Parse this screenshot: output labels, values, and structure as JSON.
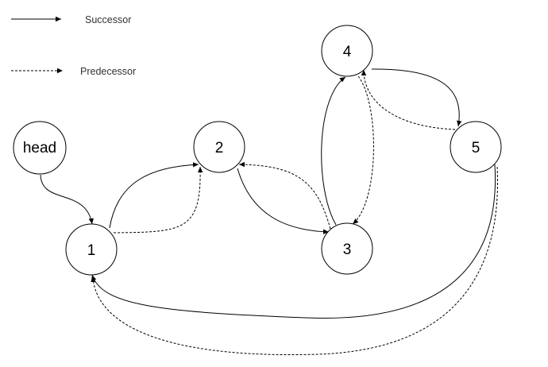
{
  "legend": {
    "successor_label": "Successor",
    "predecessor_label": "Predecessor"
  },
  "nodes": {
    "head": "head",
    "n1": "1",
    "n2": "2",
    "n3": "3",
    "n4": "4",
    "n5": "5"
  },
  "colors": {
    "stroke": "#000000",
    "background": "#ffffff",
    "legend_text": "#333333"
  }
}
